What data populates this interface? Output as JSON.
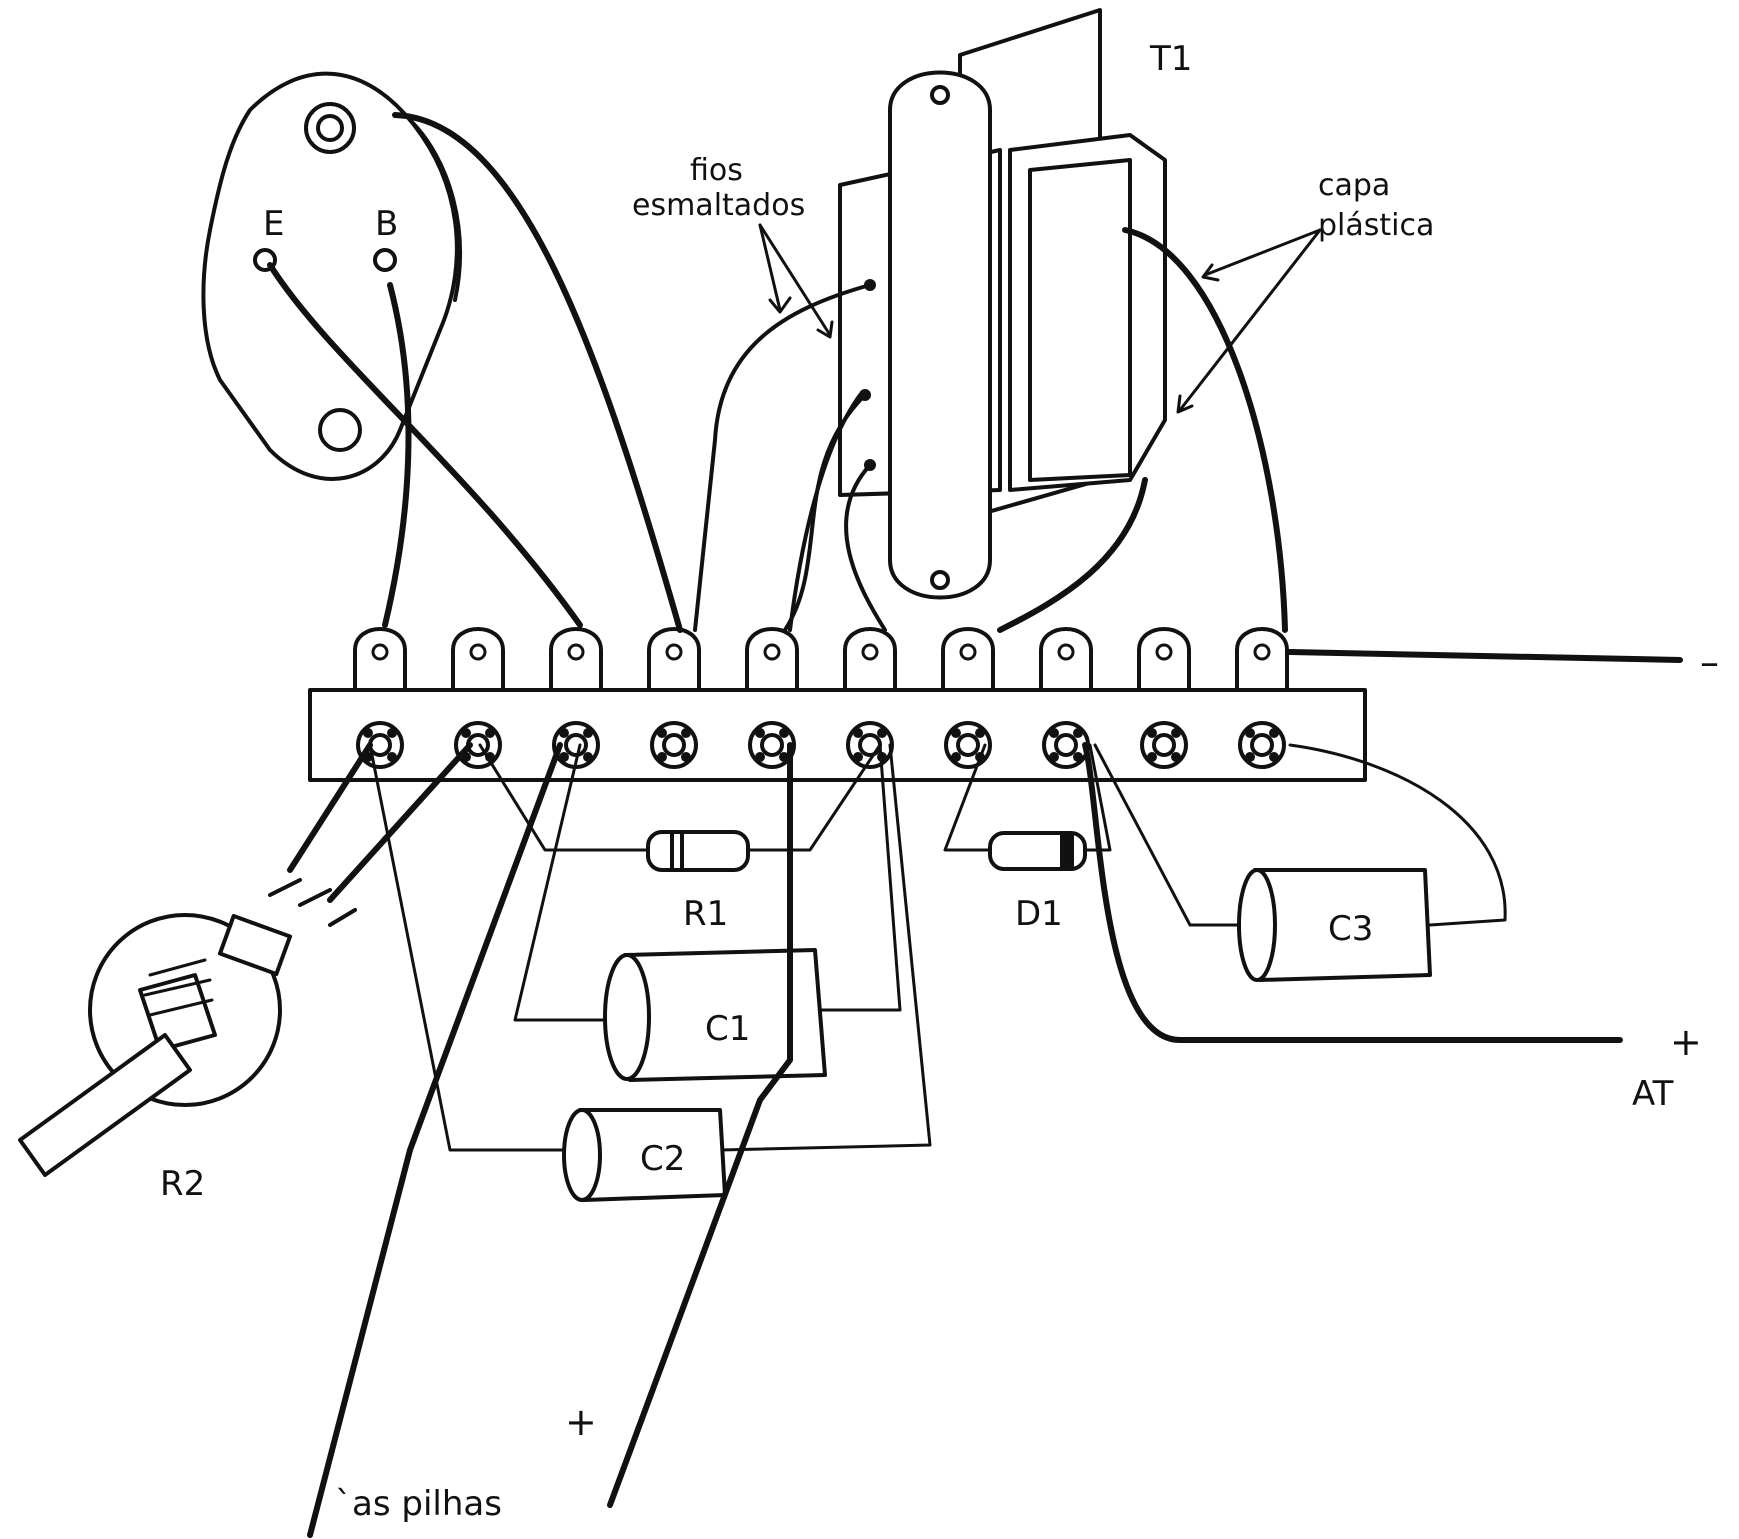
{
  "diagram": {
    "labels": {
      "t1": "T1",
      "fios": "fios",
      "esmaltados": "esmaltados",
      "capa": "capa",
      "plastica": "plástica",
      "emitter": "E",
      "base": "B",
      "r1": "R1",
      "d1": "D1",
      "c1": "C1",
      "c2": "C2",
      "c3": "C3",
      "r2": "R2",
      "minus": "–",
      "plus_at": "+",
      "at": "AT",
      "plus_bottom": "+",
      "as_pilhas": "`as pilhas"
    },
    "colors": {
      "ink": "#111111",
      "paper": "#ffffff"
    }
  }
}
